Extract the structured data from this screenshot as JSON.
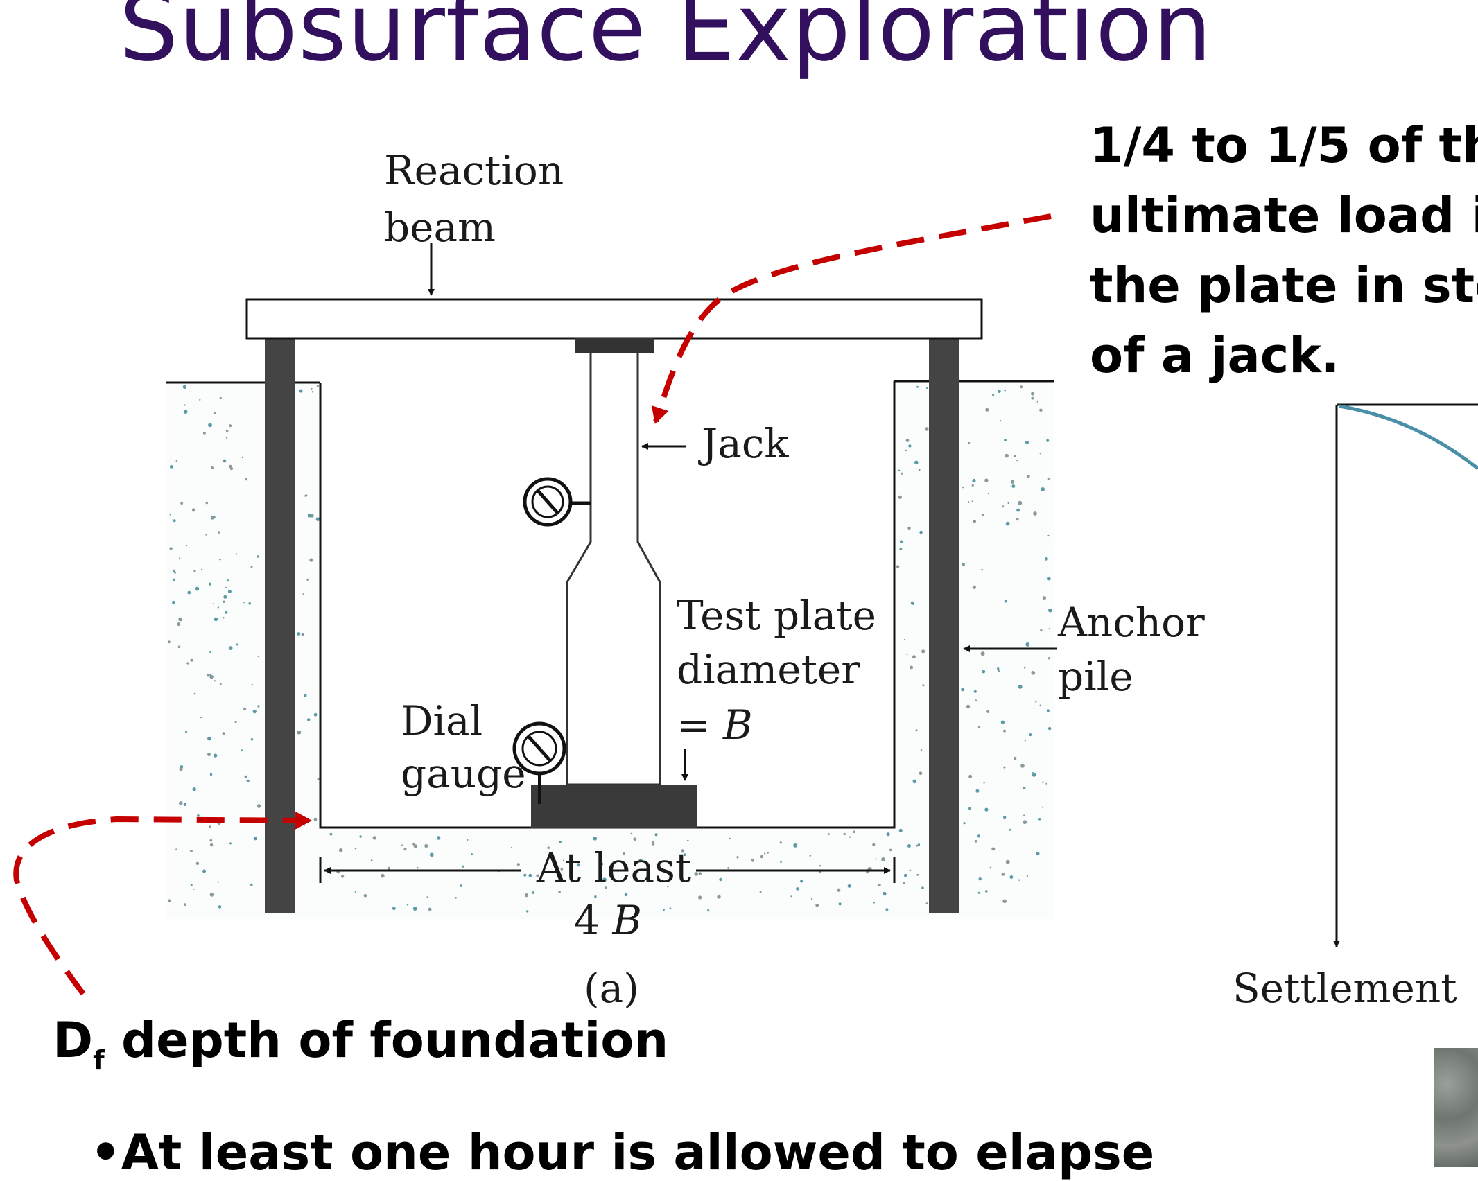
{
  "slide": {
    "title": "Subsurface Exploration",
    "callout_load": [
      "1/4 to 1/5 of th",
      "ultimate load i",
      "the plate in ste",
      "of a jack."
    ],
    "depth_label": {
      "main": "D",
      "sub": "f",
      "rest": " depth of foundation"
    },
    "bullet": "•At least one hour is allowed to elapse"
  },
  "figure_a": {
    "reaction_beam": [
      "Reaction",
      "beam"
    ],
    "jack": "Jack",
    "test_plate": [
      "Test plate",
      "diameter"
    ],
    "test_plate_eq": "= ",
    "test_plate_var": "B",
    "anchor_pile": [
      "Anchor",
      "pile"
    ],
    "dial_gauge": [
      "Dial",
      "gauge"
    ],
    "at_least": "At least",
    "four_b_num": "4 ",
    "four_b_var": "B",
    "caption": "(a)"
  },
  "figure_b": {
    "settlement": "Settlement"
  },
  "colors": {
    "title": "#32105e",
    "callout_arrow": "#c40000",
    "pile": "#444444",
    "curve": "#4a8fa8"
  }
}
